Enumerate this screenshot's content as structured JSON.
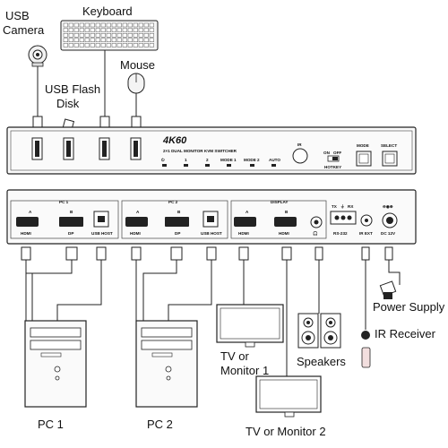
{
  "labels": {
    "usb_camera": "USB\nCamera",
    "keyboard": "Keyboard",
    "mouse": "Mouse",
    "usb_flash_disk": "USB Flash\nDisk",
    "power_supply": "Power Supply",
    "ir_receiver": "IR Receiver",
    "tv_monitor_1": "TV or\nMonitor 1",
    "speakers": "Speakers",
    "tv_monitor_2": "TV or Monitor 2",
    "pc1": "PC 1",
    "pc2": "PC 2"
  },
  "front_panel": {
    "brand": "4K60",
    "model": "2×1 DUAL MONITOR KVM SWITCHER",
    "led_labels": [
      "1",
      "2",
      "MODE 1",
      "MODE 2",
      "AUTO"
    ],
    "ir": "IR",
    "hotkey_on": "ON",
    "hotkey_off": "OFF",
    "hotkey": "HOTKEY",
    "mode": "MODE",
    "select": "SELECT"
  },
  "rear_panel": {
    "pc1": "PC 1",
    "pc2": "PC 2",
    "display": "DISPLAY",
    "port_a": "A",
    "port_b": "B",
    "hdmi": "HDMI",
    "dp": "DP",
    "usb_host": "USB HOST",
    "tx": "TX",
    "rx": "RX",
    "rs232": "RS-232",
    "ir_ext": "IR EXT",
    "dc12v": "DC 12V"
  }
}
